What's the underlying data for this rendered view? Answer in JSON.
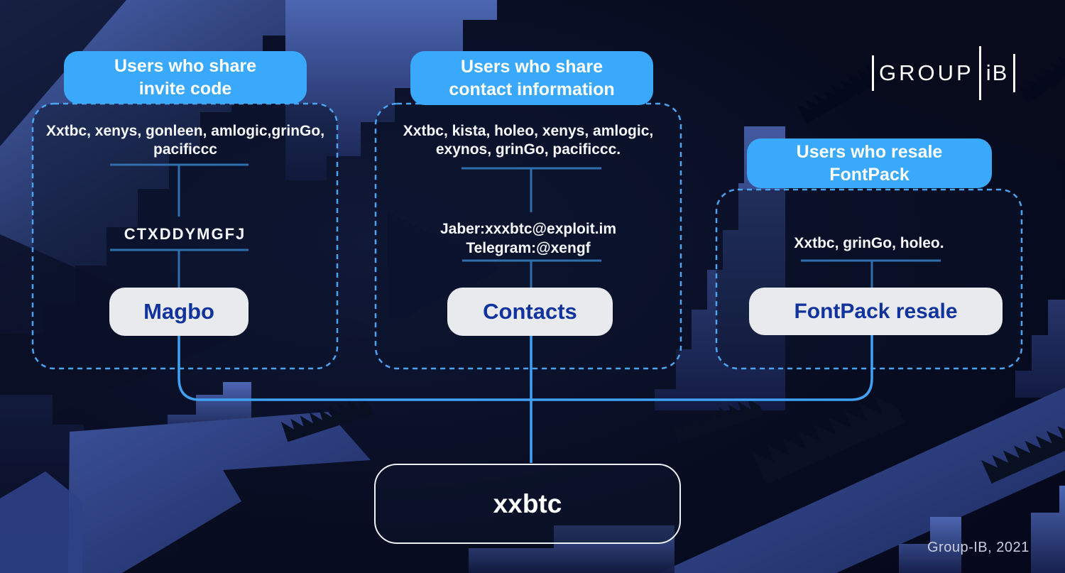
{
  "brand": {
    "logo_group": "GROUP",
    "logo_ib": "iB",
    "credit": "Group-IB, 2021"
  },
  "colors": {
    "header_blue": "#3aa9fc",
    "dashed_border": "#4aa4f2",
    "connector_bright": "#3fa2f5",
    "connector_steel": "#2f6fad",
    "pill_bg": "#e9eaee",
    "pill_text": "#11339e",
    "background_navy": "#070b1f",
    "stair_blue": "#4a63ae",
    "text_white": "#f5f7fb"
  },
  "diagram": {
    "root_label": "xxbtc",
    "branches": [
      {
        "header_line1": "Users who share",
        "header_line2": "invite code",
        "members": "Xxtbc, xenys, gonleen, amlogic,grinGo, pacificcc",
        "detail1": "CTXDDYMGFJ",
        "detail2": "",
        "label": "Magbo"
      },
      {
        "header_line1": "Users who share",
        "header_line2": "contact information",
        "members": "Xxtbc, kista, holeo, xenys, amlogic, exynos, grinGo, pacificcc.",
        "detail1": "Jaber:xxxbtc@exploit.im",
        "detail2": "Telegram:@xengf",
        "label": "Contacts"
      },
      {
        "header_line1": "Users who resale",
        "header_line2": "FontPack",
        "members": "Xxtbc, grinGo, holeo.",
        "detail1": "",
        "detail2": "",
        "label": "FontPack resale"
      }
    ]
  }
}
